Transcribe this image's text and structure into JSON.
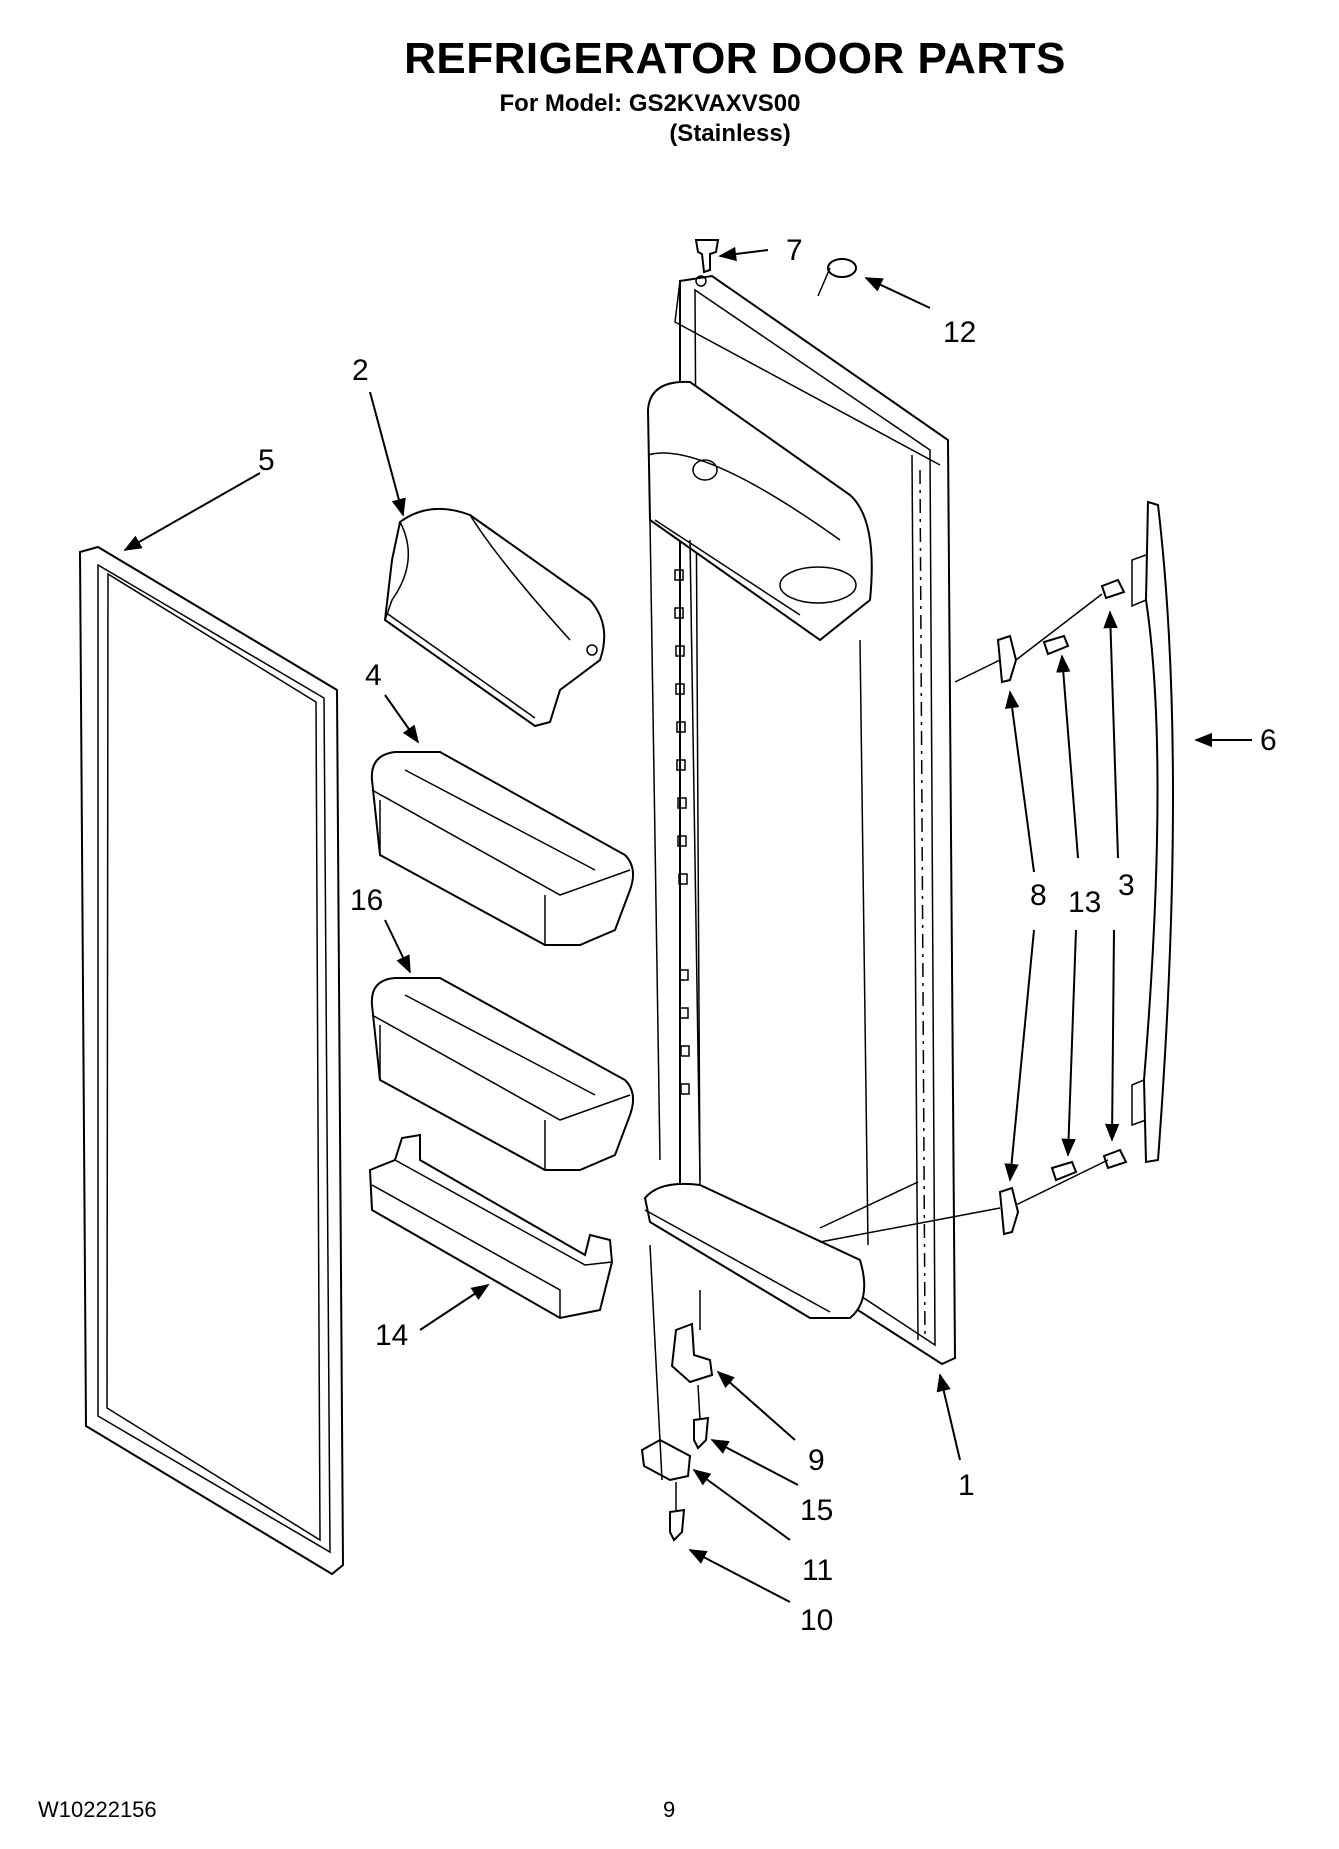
{
  "header": {
    "title": "REFRIGERATOR DOOR PARTS",
    "model_line": "For Model: GS2KVAXVS00",
    "finish": "(Stainless)"
  },
  "footer": {
    "doc_code": "W10222156",
    "page_number": "9"
  },
  "callouts": {
    "c1": "1",
    "c2": "2",
    "c3": "3",
    "c4": "4",
    "c5": "5",
    "c6": "6",
    "c7": "7",
    "c8": "8",
    "c9": "9",
    "c10": "10",
    "c11": "11",
    "c12": "12",
    "c13": "13",
    "c14": "14",
    "c15": "15",
    "c16": "16"
  }
}
